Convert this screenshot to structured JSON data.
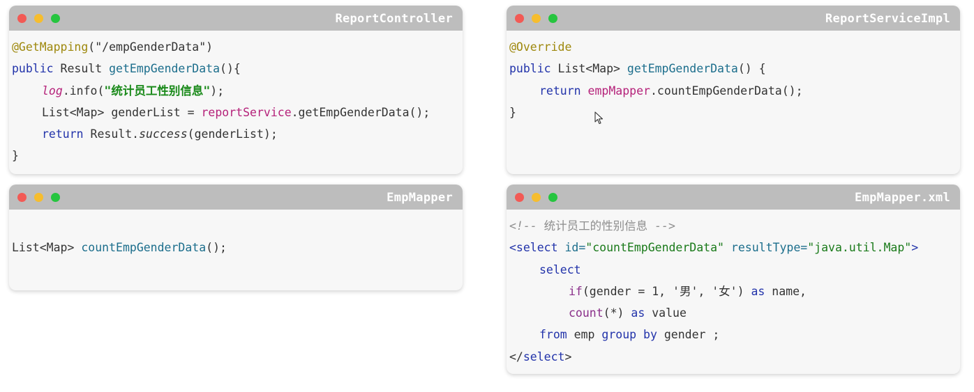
{
  "panels": {
    "report_controller": {
      "title": "ReportController",
      "lines": {
        "l1": {
          "annotation": "@GetMapping",
          "arg": "(\"/empGenderData\")"
        },
        "l2": {
          "kw": "public",
          "type": " Result ",
          "method": "getEmpGenderData",
          "rest": "(){"
        },
        "l3": {
          "field": "log",
          "call": ".info(",
          "str": "\"统计员工性别信息\"",
          "end": ");"
        },
        "l4": {
          "decl": "List<Map> genderList = ",
          "field": "reportService",
          "call": ".getEmpGenderData();"
        },
        "l5": {
          "kw": "return",
          "pre": " Result.",
          "it": "success",
          "rest": "(genderList);"
        },
        "l6": {
          "text": "}"
        }
      }
    },
    "report_service_impl": {
      "title": "ReportServiceImpl",
      "lines": {
        "l1": {
          "annotation": "@Override"
        },
        "l2": {
          "kw": "public",
          "type": " List<Map> ",
          "method": "getEmpGenderData",
          "rest": "() {"
        },
        "l3": {
          "kw": "return",
          "sp": " ",
          "field": "empMapper",
          "call": ".countEmpGenderData();"
        },
        "l4": {
          "text": "}"
        }
      }
    },
    "emp_mapper": {
      "title": "EmpMapper",
      "lines": {
        "l1": {
          "type": "List<Map> ",
          "method": "countEmpGenderData",
          "rest": "();"
        }
      }
    },
    "emp_mapper_xml": {
      "title": "EmpMapper.xml",
      "lines": {
        "l1": {
          "c_open": "<!--",
          "c_text": " 统计员工的性别信息 ",
          "c_close": "-->"
        },
        "l2": {
          "tag_open": "<select",
          "attr1": " id=",
          "val1": "\"countEmpGenderData\"",
          "attr2": " resultType=",
          "val2": "\"java.util.Map\"",
          "tag_close": ">"
        },
        "l3": {
          "kw": "select"
        },
        "l4": {
          "fn": "if",
          "args": "(gender = 1, '男', '女') ",
          "kw": "as",
          "rest": " name,"
        },
        "l5": {
          "fn": "count",
          "args": "(*) ",
          "kw": "as",
          "rest": " value"
        },
        "l6": {
          "kw1": "from",
          "mid1": " emp ",
          "kw2": "group by",
          "rest": " gender ;"
        },
        "l7": {
          "tag_lt": "</",
          "tag_name": "select",
          "tag_gt": ">"
        }
      }
    }
  },
  "colors": {
    "titlebar": "#bdbdbd",
    "panel_bg": "#f7f7f7",
    "dot_red": "#f25a55",
    "dot_yellow": "#f6bd2e",
    "dot_green": "#26c53f"
  },
  "icons": {
    "cursor": "mouse-pointer-icon"
  }
}
